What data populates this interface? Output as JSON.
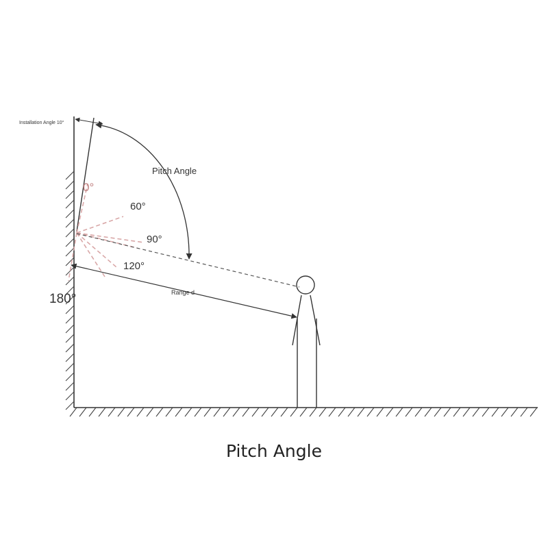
{
  "caption": "Pitch Angle",
  "labels": {
    "installation_angle": "Installation Angle 10°",
    "pitch_angle": "Pitch Angle",
    "angle_0": "0°",
    "angle_60": "60°",
    "angle_90": "90°",
    "angle_120": "120°",
    "angle_180": "180°",
    "range": "Range d"
  },
  "colors": {
    "line": "#333333",
    "dashed_ray": "#d9a8a8",
    "zero_label": "#c08080"
  }
}
